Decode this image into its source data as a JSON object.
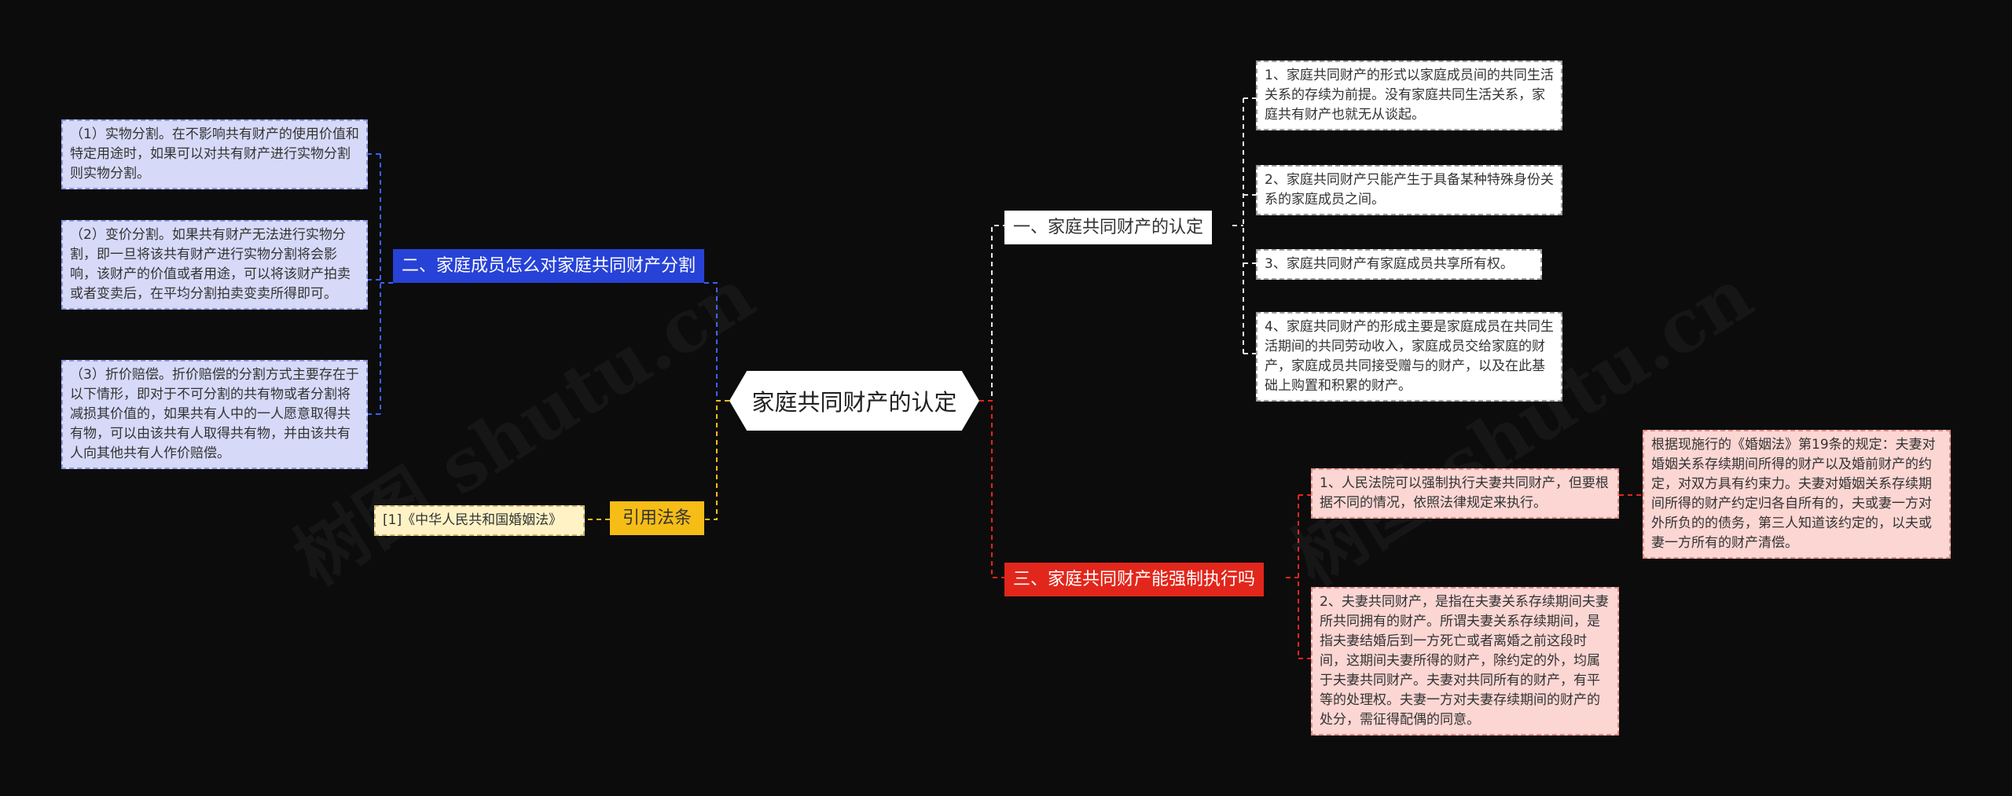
{
  "root": {
    "label": "家庭共同财产的认定"
  },
  "branches": [
    {
      "label": "一、家庭共同财产的认定",
      "children": [
        "1、家庭共同财产的形式以家庭成员间的共同生活关系的存续为前提。没有家庭共同生活关系，家庭共有财产也就无从谈起。",
        "2、家庭共同财产只能产生于具备某种特殊身份关系的家庭成员之间。",
        "3、家庭共同财产有家庭成员共享所有权。",
        "4、家庭共同财产的形成主要是家庭成员在共同生活期间的共同劳动收入，家庭成员交给家庭的财产，家庭成员共同接受赠与的财产，以及在此基础上购置和积累的财产。"
      ]
    },
    {
      "label": "二、家庭成员怎么对家庭共同财产分割",
      "children": [
        "（1）实物分割。在不影响共有财产的使用价值和特定用途时，如果可以对共有财产进行实物分割则实物分割。",
        "（2）变价分割。如果共有财产无法进行实物分割，即一旦将该共有财产进行实物分割将会影响，该财产的价值或者用途，可以将该财产拍卖或者变卖后，在平均分割拍卖变卖所得即可。",
        "（3）折价赔偿。折价赔偿的分割方式主要存在于以下情形，即对于不可分割的共有物或者分割将减损其价值的，如果共有人中的一人愿意取得共有物，可以由该共有人取得共有物，并由该共有人向其他共有人作价赔偿。"
      ]
    },
    {
      "label": "三、家庭共同财产能强制执行吗",
      "children": [
        "1、人民法院可以强制执行夫妻共同财产，但要根据不同的情况，依照法律规定来执行。",
        "2、夫妻共同财产，是指在夫妻关系存续期间夫妻所共同拥有的财产。所谓夫妻关系存续期间，是指夫妻结婚后到一方死亡或者离婚之前这段时间，这期间夫妻所得的财产，除约定的外，均属于夫妻共同财产。夫妻对共同所有的财产，有平等的处理权。夫妻一方对夫妻存续期间的财产的处分，需征得配偶的同意。"
      ],
      "grandchild": "根据现施行的《婚姻法》第19条的规定：夫妻对婚姻关系存续期间所得的财产以及婚前财产的约定，对双方具有约束力。夫妻对婚姻关系存续期间所得的财产约定归各自所有的，夫或妻一方对外所负的的债务，第三人知道该约定的，以夫或妻一方所有的财产清偿。"
    },
    {
      "label": "引用法条",
      "children": [
        "[1]《中华人民共和国婚姻法》"
      ]
    }
  ],
  "watermark": "树图 shutu.cn",
  "colors": {
    "background": "#0c0c0d",
    "branch_blue": "#2742d7",
    "branch_red": "#e2261b",
    "branch_yellow": "#f5bd16",
    "leaf_blue": "#d6daf8",
    "leaf_pink": "#fbd6d3",
    "leaf_yellow": "#fff3c6"
  }
}
